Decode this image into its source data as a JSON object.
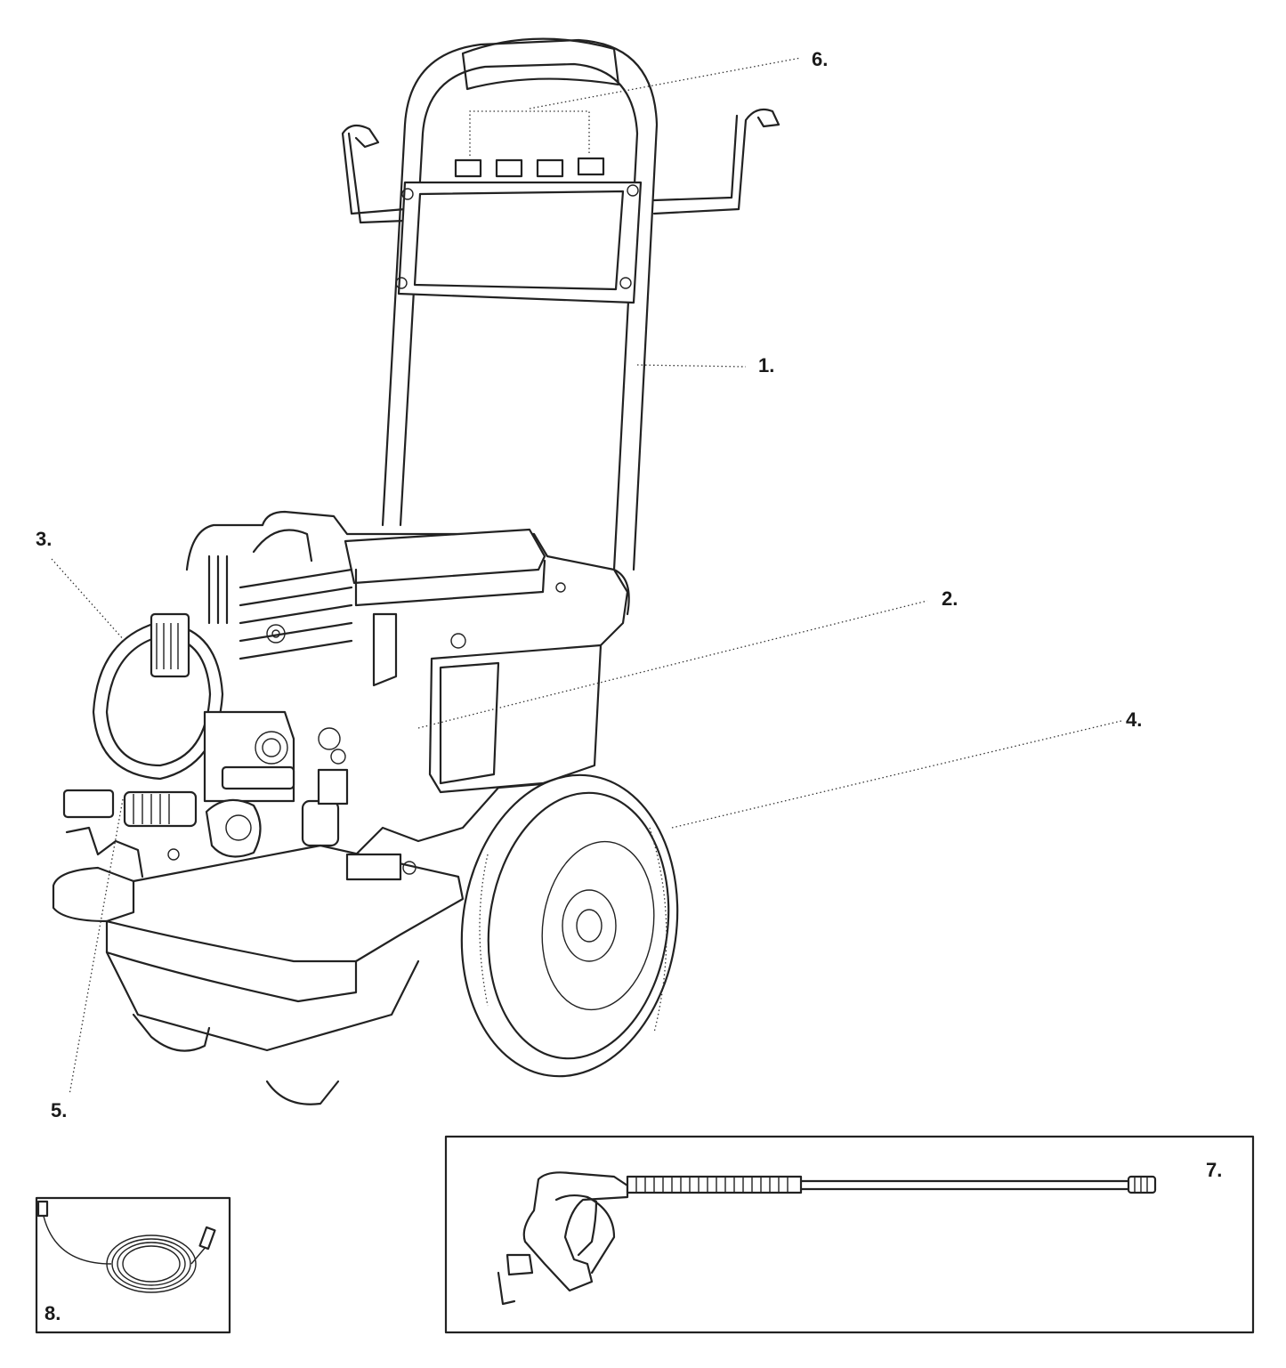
{
  "callouts": [
    {
      "id": "1",
      "label": "1."
    },
    {
      "id": "2",
      "label": "2."
    },
    {
      "id": "3",
      "label": "3."
    },
    {
      "id": "4",
      "label": "4."
    },
    {
      "id": "5",
      "label": "5."
    },
    {
      "id": "6",
      "label": "6."
    },
    {
      "id": "7",
      "label": "7."
    },
    {
      "id": "8",
      "label": "8."
    }
  ],
  "parts": {
    "frame_handle": "handle-frame",
    "engine_fuel_tank": "engine-fuel-tank",
    "unloader_hose": "unloader-hose",
    "wheel": "wheel",
    "inlet_filter": "inlet-filter",
    "nozzle_tips": "nozzle-tips",
    "spray_gun_wand": "spray-gun-wand",
    "high_pressure_hose": "high-pressure-hose"
  },
  "colors": {
    "line": "#222222",
    "background": "#ffffff"
  }
}
